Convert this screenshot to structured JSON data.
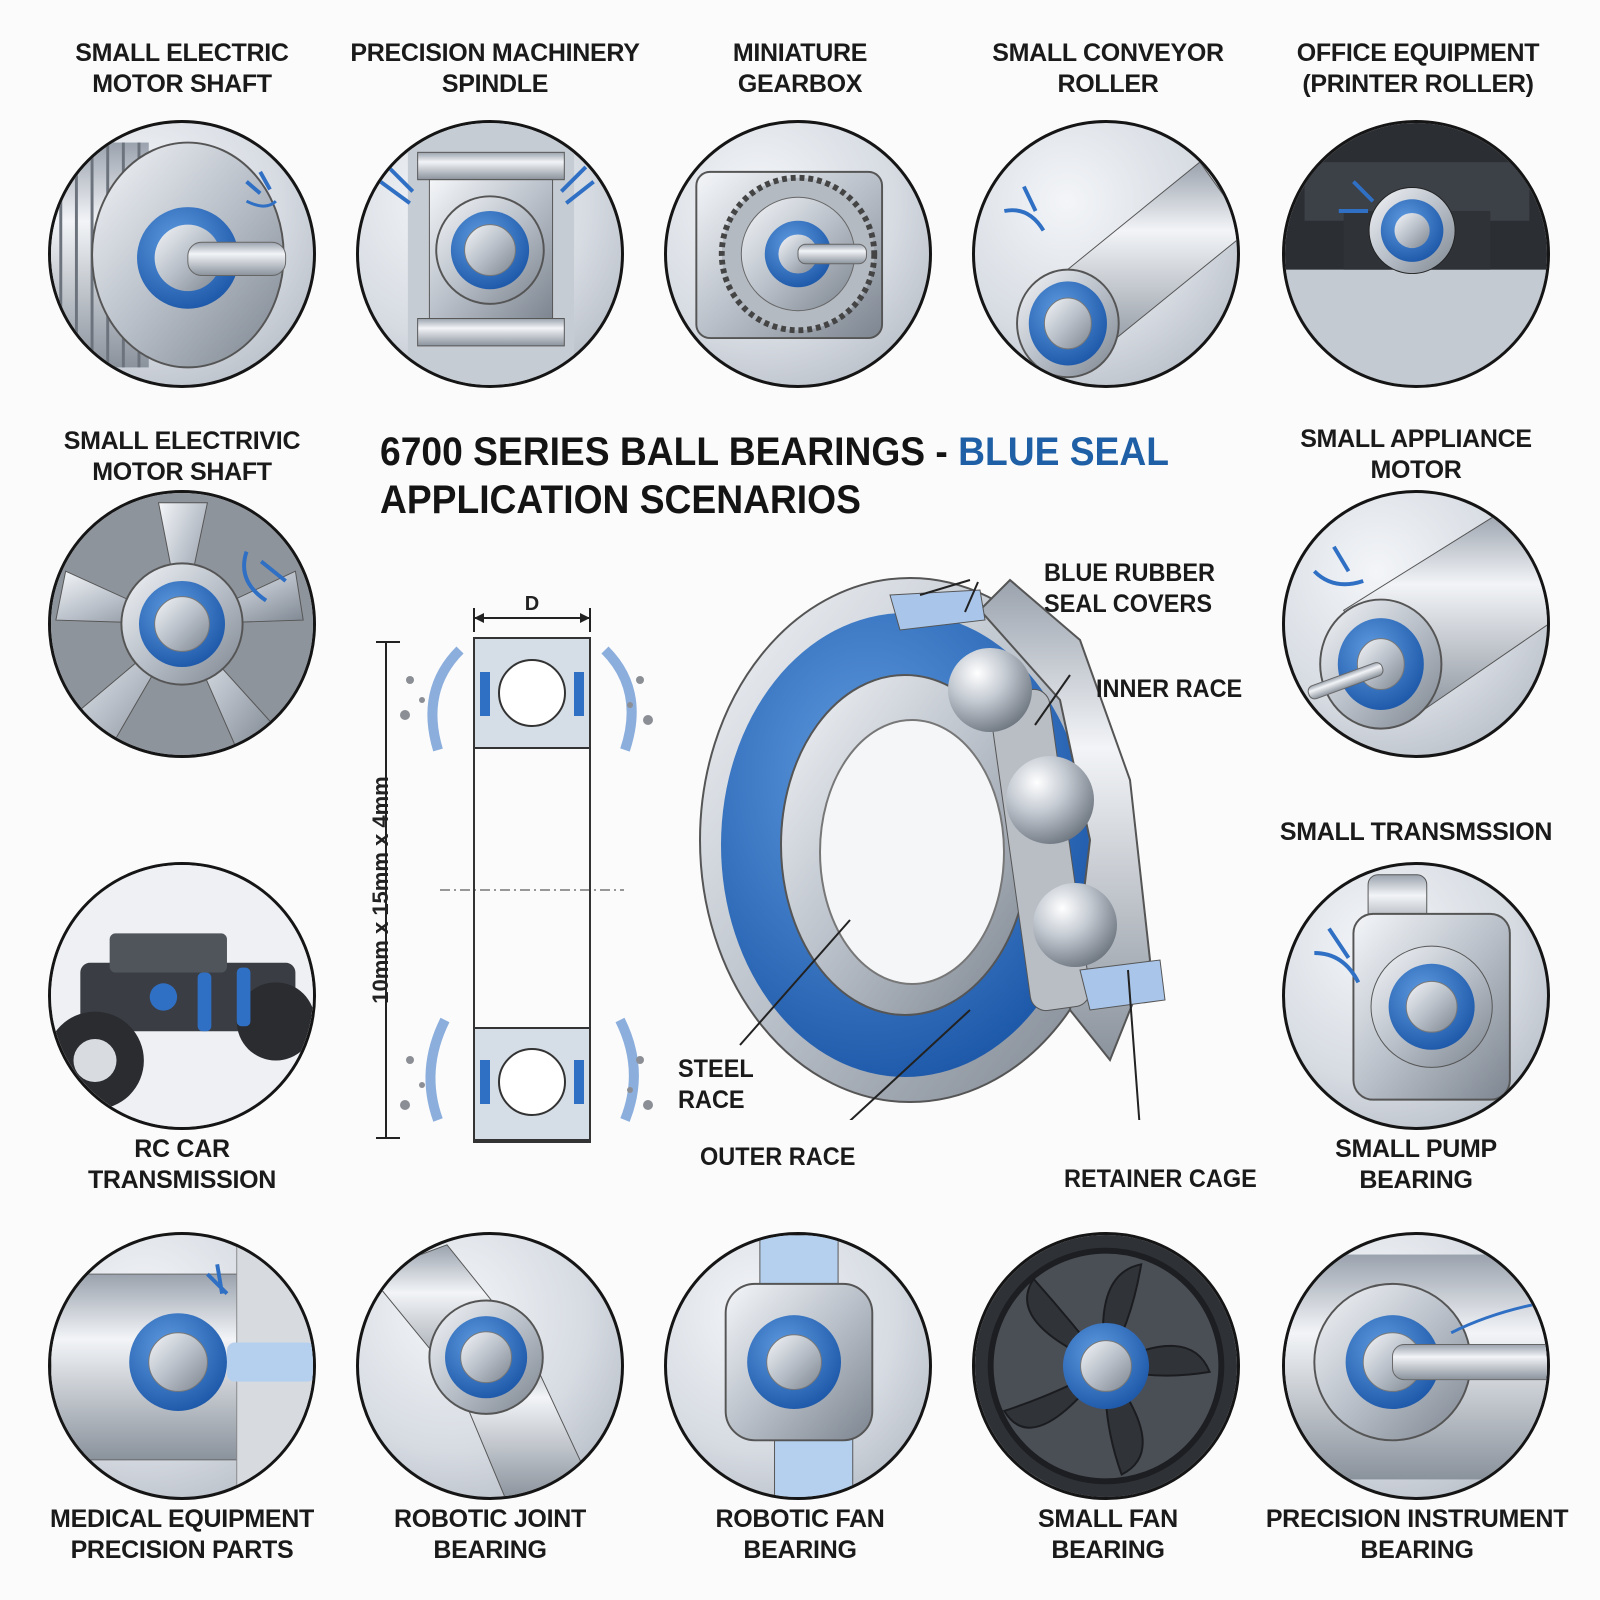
{
  "title": {
    "line1_main": "6700 SERIES BALL BEARINGS - ",
    "line1_accent": "BLUE SEAL",
    "line2": "APPLICATION SCENARIOS",
    "accent_color": "#1f5fa6"
  },
  "applications": [
    {
      "line1": "SMALL ELECTRIC",
      "line2": "MOTOR SHAFT",
      "icon": "motor-shaft-icon"
    },
    {
      "line1": "PRECISION MACHINERY",
      "line2": "SPINDLE",
      "icon": "spindle-icon"
    },
    {
      "line1": "MINIATURE",
      "line2": "GEARBOX",
      "icon": "gearbox-icon"
    },
    {
      "line1": "SMALL CONVEYOR",
      "line2": "ROLLER",
      "icon": "conveyor-roller-icon"
    },
    {
      "line1": "OFFICE EQUIPMENT",
      "line2": "(PRINTER ROLLER)",
      "icon": "printer-roller-icon"
    },
    {
      "line1": "SMALL ELECTRIVIC",
      "line2": "MOTOR SHAFT",
      "icon": "wheel-hub-icon"
    },
    {
      "line1": "SMALL APPLIANCE",
      "line2": "MOTOR",
      "icon": "appliance-motor-icon"
    },
    {
      "line1": "RC CAR",
      "line2": "TRANSMISSION",
      "icon": "rc-car-icon"
    },
    {
      "line1": "SMALL TRANSMSSION",
      "line2": "",
      "icon": "transmission-label"
    },
    {
      "line1": "SMALL PUMP",
      "line2": "BEARING",
      "icon": "pump-icon"
    },
    {
      "line1": "MEDICAL EQUIPMENT",
      "line2": "PRECISION PARTS",
      "icon": "medical-equipment-icon"
    },
    {
      "line1": "ROBOTIC JOINT",
      "line2": "BEARING",
      "icon": "robotic-joint-icon"
    },
    {
      "line1": "ROBOTIC FAN",
      "line2": "BEARING",
      "icon": "robotic-fan-icon"
    },
    {
      "line1": "SMALL FAN",
      "line2": "BEARING",
      "icon": "fan-icon"
    },
    {
      "line1": "PRECISION INSTRUMENT",
      "line2": "BEARING",
      "icon": "precision-instrument-icon"
    }
  ],
  "cross_section": {
    "width_label": "D",
    "dimension_label": "10mm x 15mm x 4mm",
    "seal_color": "#2f6fc4"
  },
  "bearing_callouts": {
    "seal_line1": "BLUE RUBBER",
    "seal_line2": "SEAL COVERS",
    "inner_race": "INNER RACE",
    "steel_race_line1": "STEEL",
    "steel_race_line2": "RACE",
    "outer_race": "OUTER RACE",
    "retainer_cage": "RETAINER CAGE"
  }
}
